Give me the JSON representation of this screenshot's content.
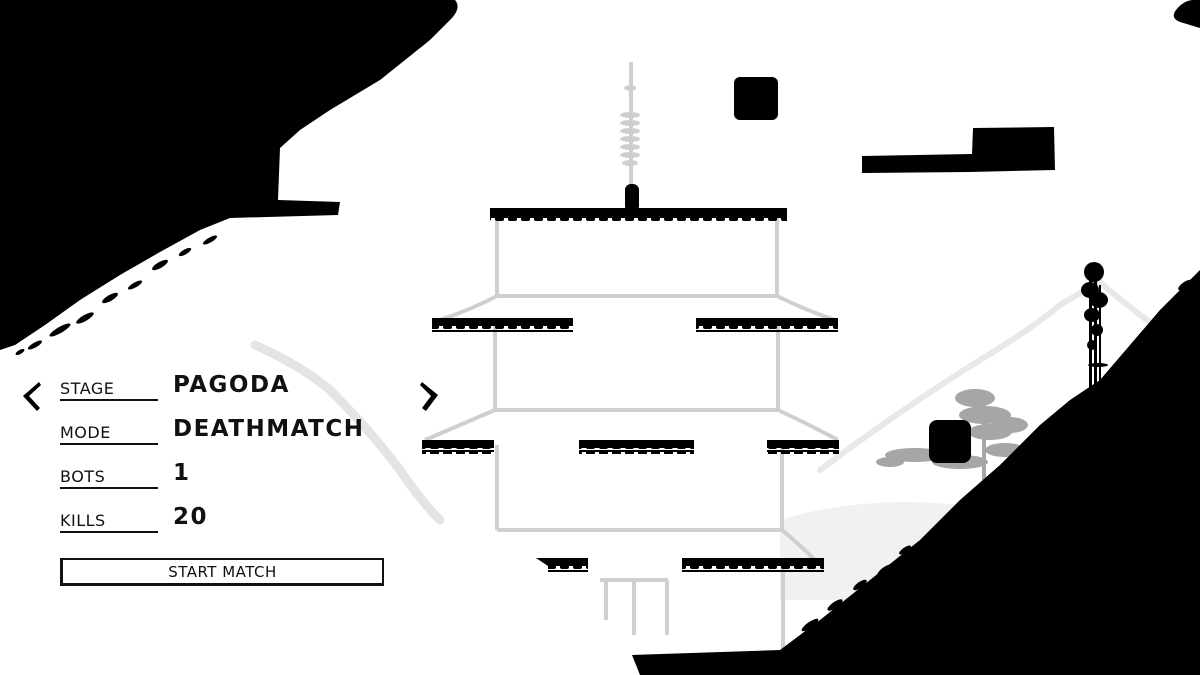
{
  "game": {
    "screen": "match-setup",
    "palette": {
      "ink": "#000000",
      "paper": "#ffffff",
      "light_gray": "#d9d9d9",
      "mid_gray": "#bdbdbd",
      "tree_gray": "#9e9e9e"
    }
  },
  "menu": {
    "nav": {
      "prev_icon": "chevron-left-icon",
      "next_icon": "chevron-right-icon"
    },
    "rows": [
      {
        "label": "STAGE",
        "value": "PAGODA"
      },
      {
        "label": "MODE",
        "value": "DEATHMATCH"
      },
      {
        "label": "BOTS",
        "value": "1"
      },
      {
        "label": "KILLS",
        "value": "20"
      }
    ],
    "start_button": {
      "label": "START MATCH"
    }
  },
  "level_preview": {
    "name": "PAGODA",
    "elements": [
      "pagoda-building",
      "pagoda-spire",
      "roof-platforms",
      "floating-blocks",
      "ink-cliffs",
      "bamboo-tree",
      "background-mountain",
      "background-pine-tree"
    ]
  }
}
